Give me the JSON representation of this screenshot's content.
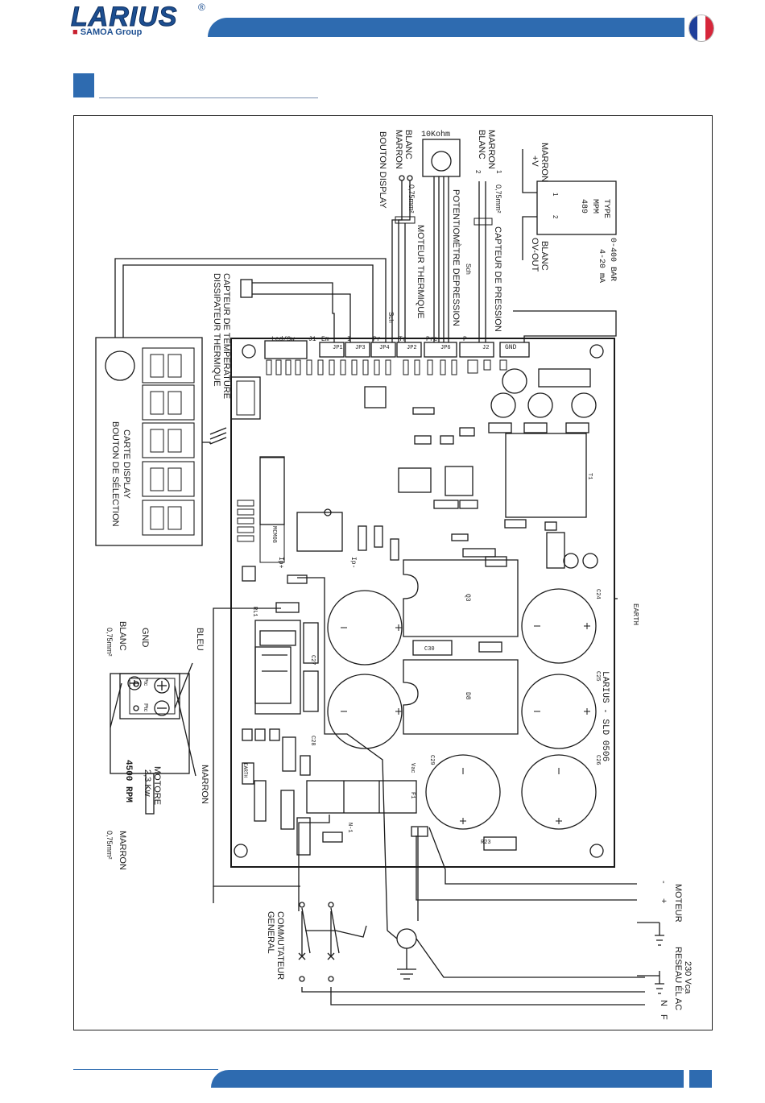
{
  "header": {
    "brand": "LARIUS",
    "registered": "®",
    "group": "SAMOA Group",
    "colors": {
      "brand_blue": "#2e6bb0",
      "flag_blue": "#1f3f9a",
      "flag_white": "#ffffff",
      "flag_red": "#d6263a"
    }
  },
  "diagram": {
    "display_card": {
      "line1": "CARTE DISPLAY",
      "line2": "BOUTON DE SÉLECTION"
    },
    "heat_sensor": {
      "line1": "CAPTEUR DE TEMPERATURE",
      "line2": "DISSIPATEUR THERMIQUE"
    },
    "button_display": {
      "label": "BOUTON DISPLAY",
      "wire1": "BLANC",
      "wire2": "MARRON"
    },
    "motor_thermal": {
      "label": "MOTEUR THERMIQUE",
      "section": "0,75mm²"
    },
    "potentiometer": {
      "value": "10Kohm",
      "label": "POTENTIOMÈTRE DEPRESSION"
    },
    "pressure_sensor": {
      "label": "CAPTEUR DE PRESSION",
      "section": "0,75mm²",
      "wire1": "MARRON",
      "wire2": "BLANC",
      "pin1": "1",
      "pin2": "2"
    },
    "transducer": {
      "type_line1": "TYPE",
      "type_line2": "MPM",
      "type_line3": "489",
      "range1": "0-400 BAR",
      "range2": "4-20 mA",
      "wire_top": "MARRON",
      "wire_top_sig": "+V",
      "wire_bottom": "BLANC",
      "wire_bottom_sig": "OV-OUT",
      "pin1": "1",
      "pin2": "2"
    },
    "board": {
      "name": "LARIUS - SLD 0506",
      "earth": "EARTH",
      "connectors": [
        "Led/Sw",
        "J1",
        "Em",
        "JP1",
        "I",
        "JP3",
        "Pr",
        "JP4",
        "Tr",
        "JP2",
        "Pre",
        "JP6",
        "P",
        "J2",
        "GND"
      ],
      "sch": "Sch",
      "components": [
        "Q3",
        "D8",
        "C30",
        "C27",
        "C28",
        "C25",
        "C24",
        "C26",
        "C29",
        "T1",
        "RL1",
        "F1",
        "Vac",
        "MCM08",
        "Ip+",
        "Ip-",
        "R23",
        "N-1",
        "EARTH"
      ]
    },
    "motor_box": {
      "label1": "MOTORE",
      "label2": "2,3 Kw",
      "rpm": "4500 RPM",
      "ptc": "Ptc",
      "wire_bleu": "BLEU",
      "wire_gnd": "GND",
      "wire_blanc": "BLANC",
      "wire_marron": "MARRON",
      "section": "0,75mm²"
    },
    "moteur_out": {
      "label": "MOTEUR",
      "minus": "-",
      "plus": "+"
    },
    "mains": {
      "line1": "230 Vca",
      "line2": "RESEAU ÉL AC",
      "n": "N",
      "f": "F"
    },
    "switch": {
      "line1": "COMMUTATEUR",
      "line2": "GENERAL"
    }
  }
}
